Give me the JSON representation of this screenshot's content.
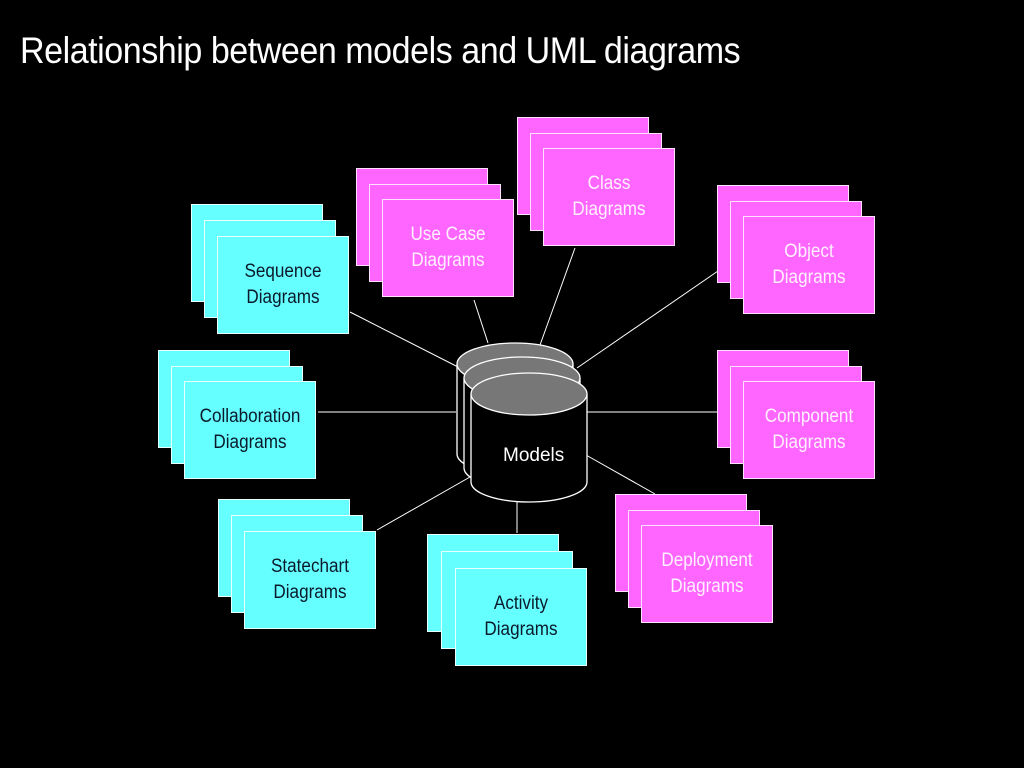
{
  "title": "Relationship between models and UML diagrams",
  "center": {
    "label": "Models"
  },
  "colors": {
    "pink": "#ff66ff",
    "cyan": "#66ffff",
    "background": "#000000",
    "line": "#ffffff",
    "cylinder_top": "#777777"
  },
  "nodes": [
    {
      "id": "class",
      "line1": "Class",
      "line2": "Diagrams",
      "color": "pink"
    },
    {
      "id": "use-case",
      "line1": "Use Case",
      "line2": "Diagrams",
      "color": "pink"
    },
    {
      "id": "sequence",
      "line1": "Sequence",
      "line2": "Diagrams",
      "color": "cyan"
    },
    {
      "id": "object",
      "line1": "Object",
      "line2": "Diagrams",
      "color": "pink"
    },
    {
      "id": "collaboration",
      "line1": "Collaboration",
      "line2": "Diagrams",
      "color": "cyan"
    },
    {
      "id": "component",
      "line1": "Component",
      "line2": "Diagrams",
      "color": "pink"
    },
    {
      "id": "statechart",
      "line1": "Statechart",
      "line2": "Diagrams",
      "color": "cyan"
    },
    {
      "id": "activity",
      "line1": "Activity",
      "line2": "Diagrams",
      "color": "cyan"
    },
    {
      "id": "deployment",
      "line1": "Deployment",
      "line2": "Diagrams",
      "color": "pink"
    }
  ]
}
